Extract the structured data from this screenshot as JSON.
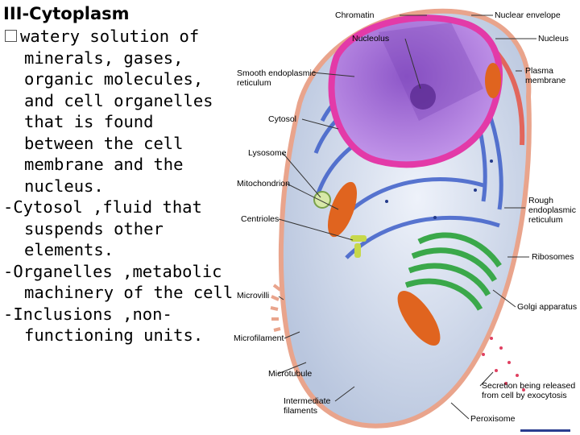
{
  "slide": {
    "title": "III-Cytoplasm",
    "lines": [
      {
        "kind": "bullet",
        "text": "watery solution of"
      },
      {
        "kind": "cont",
        "text": "minerals, gases,"
      },
      {
        "kind": "cont",
        "text": "organic molecules,"
      },
      {
        "kind": "cont",
        "text": "and cell organelles"
      },
      {
        "kind": "cont",
        "text": "that is found"
      },
      {
        "kind": "cont",
        "text": "between the cell"
      },
      {
        "kind": "cont",
        "text": "membrane and the"
      },
      {
        "kind": "cont",
        "text": "nucleus."
      },
      {
        "kind": "plain",
        "text": "-Cytosol ,fluid that"
      },
      {
        "kind": "cont",
        "text": "suspends other"
      },
      {
        "kind": "cont",
        "text": "elements."
      },
      {
        "kind": "plain",
        "text": "-Organelles ,metabolic"
      },
      {
        "kind": "cont",
        "text": "machinery of the cell"
      },
      {
        "kind": "plain",
        "text": "-Inclusions ,non-"
      },
      {
        "kind": "cont",
        "text": "functioning units."
      }
    ]
  },
  "diagram": {
    "labels": {
      "chromatin": "Chromatin",
      "nuclear_envelope": "Nuclear envelope",
      "nucleolus": "Nucleolus",
      "nucleus": "Nucleus",
      "smooth_er": "Smooth endoplasmic\nreticulum",
      "plasma_membrane": "Plasma\nmembrane",
      "cytosol": "Cytosol",
      "lysosome": "Lysosome",
      "mitochondrion": "Mitochondrion",
      "rough_er": "Rough\nendoplasmic\nreticulum",
      "centrioles": "Centrioles",
      "ribosomes": "Ribosomes",
      "microvilli": "Microvilli",
      "golgi": "Golgi apparatus",
      "microfilament": "Microfilament",
      "microtubule": "Microtubule",
      "secretion": "Secretion being released\nfrom cell by exocytosis",
      "intermediate_filaments": "Intermediate\nfilaments",
      "peroxisome": "Peroxisome"
    },
    "colors": {
      "cell_body": "#d9e2f1",
      "nucleus": "#b07be0",
      "nuclear_envelope": "#e33aa8",
      "rough_er": "#3e5fc9",
      "golgi": "#3aa84a",
      "mitochondria": "#e0641f",
      "plasma_membrane": "#f2b8a0",
      "secretion": "#e04060",
      "bottom_bar": "#2a3d8f"
    }
  }
}
